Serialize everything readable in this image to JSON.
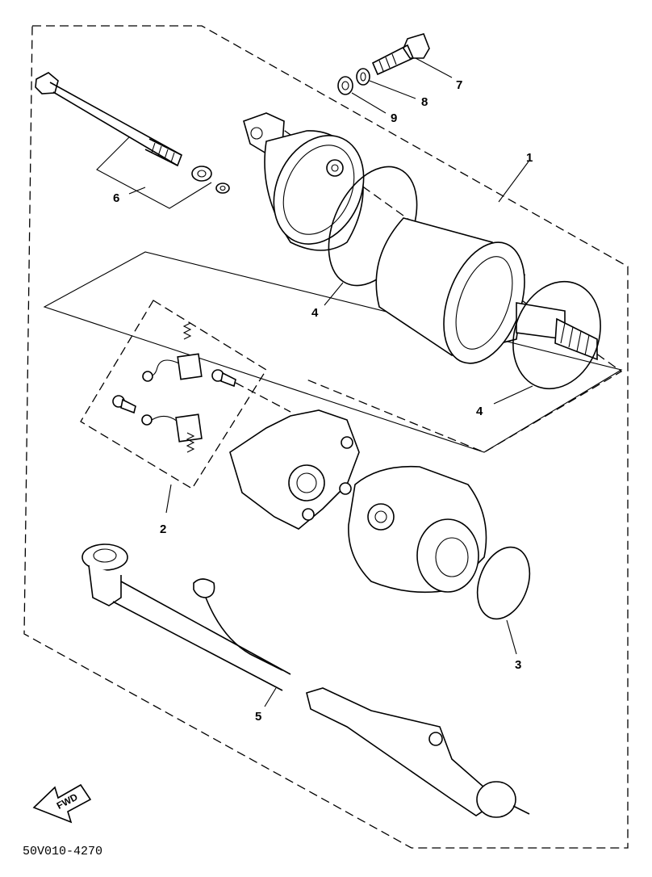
{
  "callouts": {
    "c1": "1",
    "c2": "2",
    "c3": "3",
    "c4a": "4",
    "c4b": "4",
    "c5": "5",
    "c6": "6",
    "c7": "7",
    "c8": "8",
    "c9": "9"
  },
  "fwd_arrow": {
    "label": "FWD"
  },
  "diagram_code": "50V010-4270"
}
